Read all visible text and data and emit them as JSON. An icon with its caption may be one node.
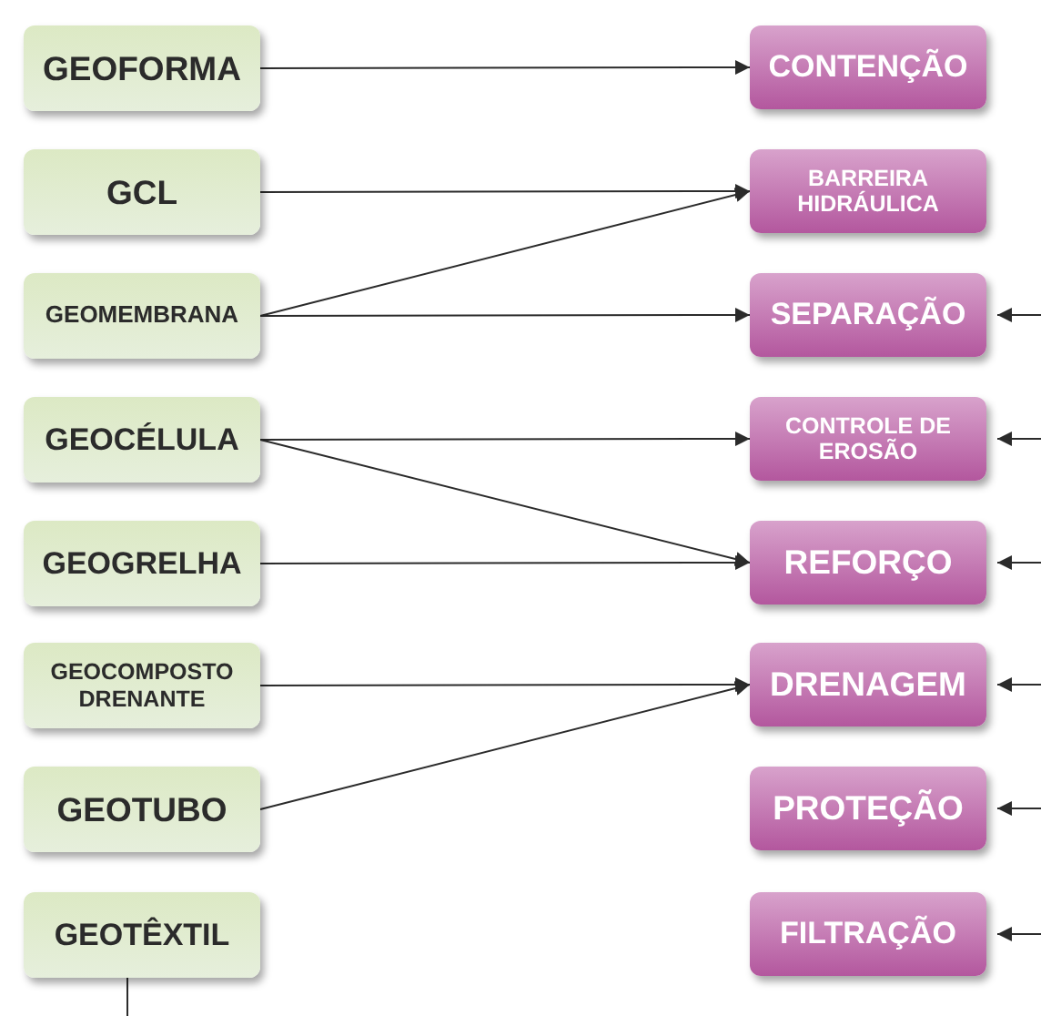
{
  "diagram": {
    "nodes": [
      {
        "text": [
          "GEOFORMA"
        ]
      },
      {
        "text": [
          "GCL"
        ]
      },
      {
        "text": [
          "GEOMEMBRANA"
        ]
      },
      {
        "text": [
          "GEOCÉLULA"
        ]
      },
      {
        "text": [
          "GEOGRELHA"
        ]
      },
      {
        "text": [
          "GEOCOMPOSTO DRENANTE"
        ]
      },
      {
        "text": [
          "GEOTUBO"
        ]
      },
      {
        "text": [
          "GEOTÊXTIL"
        ]
      },
      {
        "text": [
          "CONTENÇÃO"
        ]
      },
      {
        "text": [
          "BARREIRA HIDRÁULICA"
        ]
      },
      {
        "text": [
          "SEPARAÇÃO"
        ]
      },
      {
        "text": [
          "CONTROLE DE EROSÃO"
        ]
      },
      {
        "text": [
          "REFORÇO"
        ]
      },
      {
        "text": [
          "DRENAGEM"
        ]
      },
      {
        "text": [
          "PROTEÇÃO"
        ]
      },
      {
        "text": [
          "FILTRAÇÃO"
        ]
      }
    ],
    "edges": [
      {
        "from": 0,
        "to": 8,
        "arrow": "to"
      },
      {
        "from": 1,
        "to": 9,
        "arrow": "to"
      },
      {
        "from": 2,
        "to": 9,
        "arrow": "to"
      },
      {
        "from": 2,
        "to": 10,
        "arrow": "to"
      },
      {
        "from": 3,
        "to": 11,
        "arrow": "to"
      },
      {
        "from": 3,
        "to": 12,
        "arrow": "to"
      },
      {
        "from": 4,
        "to": 12,
        "arrow": "to"
      },
      {
        "from": 5,
        "to": 13,
        "arrow": "to"
      },
      {
        "from": 6,
        "to": 13,
        "arrow": "to"
      },
      {
        "from": null,
        "to": 10,
        "arrow": "to"
      },
      {
        "from": null,
        "to": 11,
        "arrow": "to"
      },
      {
        "from": null,
        "to": 12,
        "arrow": "to"
      },
      {
        "from": null,
        "to": 13,
        "arrow": "to"
      },
      {
        "from": null,
        "to": 14,
        "arrow": "to"
      },
      {
        "from": null,
        "to": 15,
        "arrow": "to"
      },
      {
        "from": 7,
        "to": null,
        "arrow": "none"
      }
    ]
  }
}
